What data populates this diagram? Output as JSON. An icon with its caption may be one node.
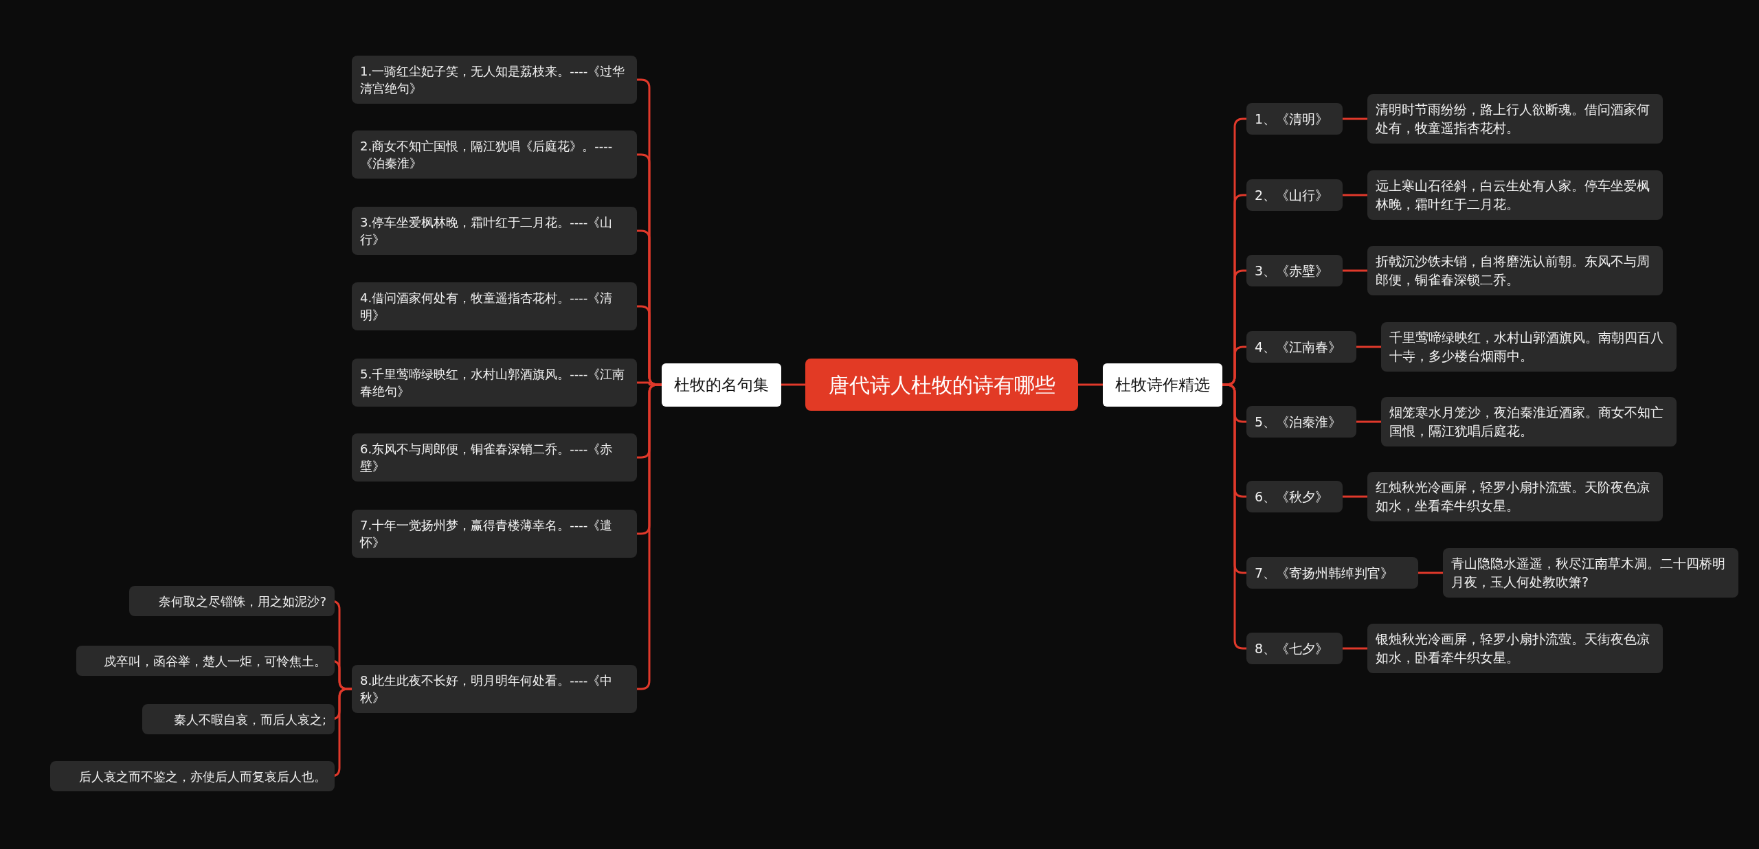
{
  "diagram": {
    "nodes": [
      {
        "text": [
          "唐代诗人杜牧的诗有哪些"
        ]
      },
      {
        "text": [
          "杜牧的名句集"
        ]
      },
      {
        "text": [
          "1.一骑红尘妃子笑，无人知是荔枝来。----《过华清宫绝句》"
        ]
      },
      {
        "text": [
          "2.商女不知亡国恨，隔江犹唱《后庭花》。----《泊秦淮》"
        ]
      },
      {
        "text": [
          "3.停车坐爱枫林晚，霜叶红于二月花。----《山行》"
        ]
      },
      {
        "text": [
          "4.借问酒家何处有，牧童遥指杏花村。----《清明》"
        ]
      },
      {
        "text": [
          "5.千里莺啼绿映红，水村山郭酒旗风。----《江南春绝句》"
        ]
      },
      {
        "text": [
          "6.东风不与周郎便，铜雀春深销二乔。----《赤壁》"
        ]
      },
      {
        "text": [
          "7.十年一觉扬州梦，赢得青楼薄幸名。----《遣怀》"
        ]
      },
      {
        "text": [
          "8.此生此夜不长好，明月明年何处看。----《中秋》"
        ]
      },
      {
        "text": [
          "奈何取之尽锱铢，用之如泥沙?"
        ]
      },
      {
        "text": [
          "戍卒叫，函谷举，楚人一炬，可怜焦土。"
        ]
      },
      {
        "text": [
          "秦人不暇自哀，而后人哀之;"
        ]
      },
      {
        "text": [
          "后人哀之而不鉴之，亦使后人而复哀后人也。"
        ]
      },
      {
        "text": [
          "杜牧诗作精选"
        ]
      },
      {
        "text": [
          "1、《清明》"
        ]
      },
      {
        "text": [
          "清明时节雨纷纷，路上行人欲断魂。借问酒家何处有，牧童遥指杏花村。"
        ]
      },
      {
        "text": [
          "2、《山行》"
        ]
      },
      {
        "text": [
          "远上寒山石径斜，白云生处有人家。停车坐爱枫林晚，霜叶红于二月花。"
        ]
      },
      {
        "text": [
          "3、《赤壁》"
        ]
      },
      {
        "text": [
          "折戟沉沙铁未销，自将磨洗认前朝。东风不与周郎便，铜雀春深锁二乔。"
        ]
      },
      {
        "text": [
          "4、《江南春》"
        ]
      },
      {
        "text": [
          "千里莺啼绿映红，水村山郭酒旗风。南朝四百八十寺，多少楼台烟雨中。"
        ]
      },
      {
        "text": [
          "5、《泊秦淮》"
        ]
      },
      {
        "text": [
          "烟笼寒水月笼沙，夜泊秦淮近酒家。商女不知亡国恨，隔江犹唱后庭花。"
        ]
      },
      {
        "text": [
          "6、《秋夕》"
        ]
      },
      {
        "text": [
          "红烛秋光冷画屏，轻罗小扇扑流萤。天阶夜色凉如水，坐看牵牛织女星。"
        ]
      },
      {
        "text": [
          "7、《寄扬州韩绰判官》"
        ]
      },
      {
        "text": [
          "青山隐隐水遥遥，秋尽江南草木凋。二十四桥明月夜，玉人何处教吹箫?"
        ]
      },
      {
        "text": [
          "8、《七夕》"
        ]
      },
      {
        "text": [
          "银烛秋光冷画屏，轻罗小扇扑流萤。天街夜色凉如水，卧看牵牛织女星。"
        ]
      }
    ],
    "edges": [
      {
        "from": 0,
        "to": 1,
        "arrow": "none"
      },
      {
        "from": 1,
        "to": 2,
        "arrow": "none"
      },
      {
        "from": 1,
        "to": 3,
        "arrow": "none"
      },
      {
        "from": 1,
        "to": 4,
        "arrow": "none"
      },
      {
        "from": 1,
        "to": 5,
        "arrow": "none"
      },
      {
        "from": 1,
        "to": 6,
        "arrow": "none"
      },
      {
        "from": 1,
        "to": 7,
        "arrow": "none"
      },
      {
        "from": 1,
        "to": 8,
        "arrow": "none"
      },
      {
        "from": 1,
        "to": 9,
        "arrow": "none"
      },
      {
        "from": 9,
        "to": 10,
        "arrow": "none"
      },
      {
        "from": 9,
        "to": 11,
        "arrow": "none"
      },
      {
        "from": 9,
        "to": 12,
        "arrow": "none"
      },
      {
        "from": 9,
        "to": 13,
        "arrow": "none"
      },
      {
        "from": 0,
        "to": 14,
        "arrow": "none"
      },
      {
        "from": 14,
        "to": 15,
        "arrow": "none"
      },
      {
        "from": 15,
        "to": 16,
        "arrow": "none"
      },
      {
        "from": 14,
        "to": 17,
        "arrow": "none"
      },
      {
        "from": 17,
        "to": 18,
        "arrow": "none"
      },
      {
        "from": 14,
        "to": 19,
        "arrow": "none"
      },
      {
        "from": 19,
        "to": 20,
        "arrow": "none"
      },
      {
        "from": 14,
        "to": 21,
        "arrow": "none"
      },
      {
        "from": 21,
        "to": 22,
        "arrow": "none"
      },
      {
        "from": 14,
        "to": 23,
        "arrow": "none"
      },
      {
        "from": 23,
        "to": 24,
        "arrow": "none"
      },
      {
        "from": 14,
        "to": 25,
        "arrow": "none"
      },
      {
        "from": 25,
        "to": 26,
        "arrow": "none"
      },
      {
        "from": 14,
        "to": 27,
        "arrow": "none"
      },
      {
        "from": 27,
        "to": 28,
        "arrow": "none"
      },
      {
        "from": 14,
        "to": 29,
        "arrow": "none"
      },
      {
        "from": 29,
        "to": 30,
        "arrow": "none"
      }
    ]
  }
}
